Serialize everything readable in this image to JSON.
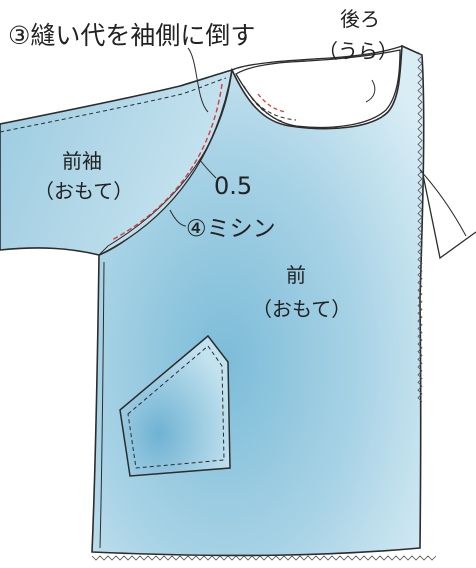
{
  "colors": {
    "fabric_light": "#d4eaf2",
    "fabric_mid": "#a9d3e6",
    "fabric_dark": "#7cbcd8",
    "back_lining": "#ffffff",
    "outline": "#2c2c2c",
    "stitch_dark": "#333333",
    "stitch_red": "#d93a3a"
  },
  "labels": {
    "step3": "③縫い代を袖側に倒す",
    "back_line1": "後ろ",
    "back_line2": "（うら）",
    "sleeve_line1": "前袖",
    "sleeve_line2": "（おもて）",
    "measure": "0.5",
    "step4": "④ミシン",
    "front_line1": "前",
    "front_line2": "（おもて）"
  }
}
